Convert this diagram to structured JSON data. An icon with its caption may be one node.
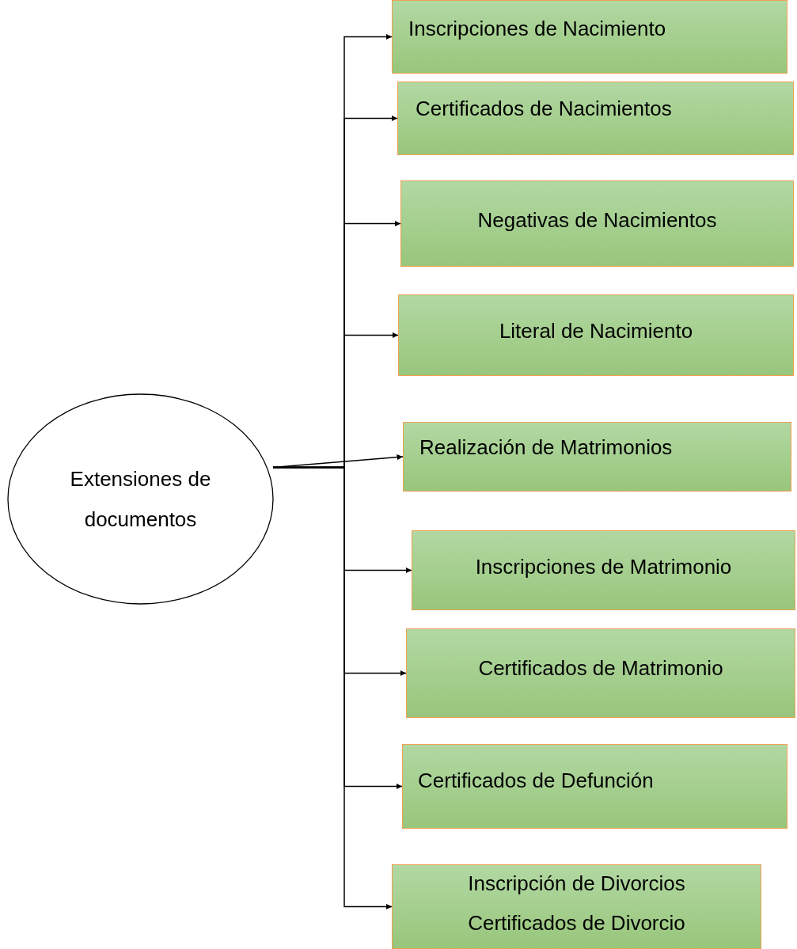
{
  "diagram": {
    "nodes": [
      {
        "text": [
          "Extensiones de documentos"
        ]
      },
      {
        "text": [
          "Inscripciones de Nacimiento"
        ]
      },
      {
        "text": [
          "Certificados de Nacimientos"
        ]
      },
      {
        "text": [
          "Negativas de Nacimientos"
        ]
      },
      {
        "text": [
          "Literal de Nacimiento"
        ]
      },
      {
        "text": [
          "Realización de Matrimonios"
        ]
      },
      {
        "text": [
          "Inscripciones de Matrimonio"
        ]
      },
      {
        "text": [
          "Certificados de Matrimonio"
        ]
      },
      {
        "text": [
          "Certificados de Defunción"
        ]
      },
      {
        "text": [
          "Inscripción de Divorcios",
          "Certificados de Divorcio"
        ]
      }
    ],
    "edges": [
      {
        "from": 0,
        "to": 1,
        "arrow": "to"
      },
      {
        "from": 0,
        "to": 2,
        "arrow": "to"
      },
      {
        "from": 0,
        "to": 3,
        "arrow": "to"
      },
      {
        "from": 0,
        "to": 4,
        "arrow": "to"
      },
      {
        "from": 0,
        "to": 5,
        "arrow": "to"
      },
      {
        "from": 0,
        "to": 6,
        "arrow": "to"
      },
      {
        "from": 0,
        "to": 7,
        "arrow": "to"
      },
      {
        "from": 0,
        "to": 8,
        "arrow": "to"
      },
      {
        "from": 0,
        "to": 9,
        "arrow": "to"
      }
    ]
  }
}
